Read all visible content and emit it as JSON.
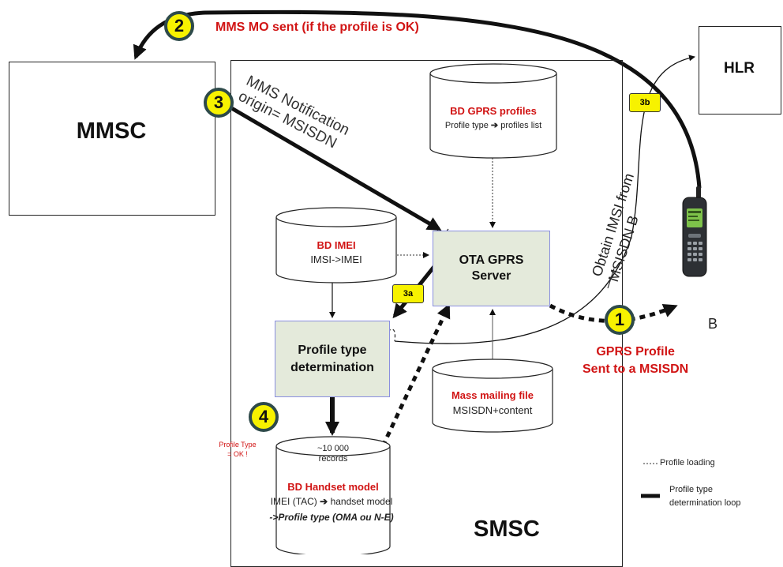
{
  "nodes": {
    "mmsc": "MMSC",
    "hlr": "HLR",
    "smsc": "SMSC",
    "ota_server": "OTA GPRS\nServer",
    "profile_type_determination": "Profile type\ndetermination",
    "phone_label": "B"
  },
  "databases": {
    "gprs_profiles": {
      "title": "BD GPRS profiles",
      "line1_a": "Profile type",
      "line1_b": "profiles list"
    },
    "imei": {
      "title": "BD IMEI",
      "line1": "IMSI->IMEI"
    },
    "mass_mailing": {
      "title": "Mass mailing file",
      "line1": "MSISDN+content"
    },
    "handset_model": {
      "records": "~10 000\nrecords",
      "title": "BD Handset model",
      "line1_a": "IMEI (TAC)",
      "line1_b": "handset model",
      "line2": "->Profile type (OMA ou N-E)"
    }
  },
  "steps": {
    "s1": "1",
    "s2": "2",
    "s3": "3",
    "s4": "4",
    "s3a": "3a",
    "s3b": "3b"
  },
  "labels": {
    "mms_mo_sent": "MMS MO sent (if the profile is OK)",
    "mms_notification": "MMS Notification\norigin= MSISDN",
    "obtain_imsi": "Obtain IMSI from\nMSISDN B",
    "gprs_profile_sent": "GPRS Profile\nSent to a MSISDN",
    "profile_type_ok": "Profile Type\n= OK !"
  },
  "legend": {
    "profile_loading": "Profile loading",
    "determination_loop": "Profile type\ndetermination loop"
  },
  "colors": {
    "accent_red": "#d11414",
    "step_yellow": "#f7f200",
    "box_green": "#e4eadb"
  }
}
